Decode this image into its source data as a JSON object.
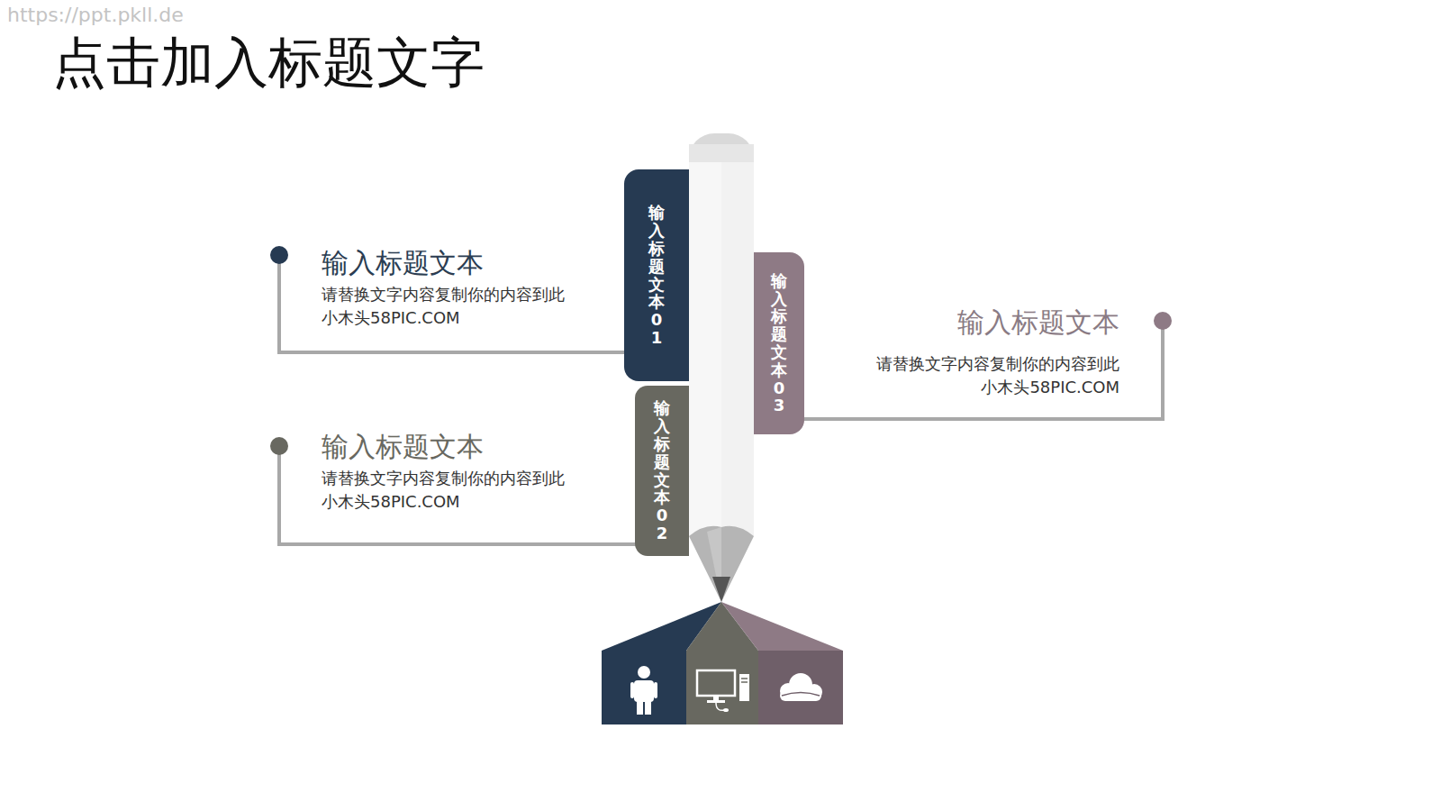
{
  "diagram": {
    "title": "点击加入标题文字",
    "nodes": [
      {
        "text": [
          "输入标题文本01"
        ]
      },
      {
        "text": [
          "输入标题文本02"
        ]
      },
      {
        "text": [
          "输入标题文本03"
        ]
      }
    ],
    "labels": [
      "https://ppt.pkll.de",
      "输入标题文本",
      "请替换文字内容复制你的内容到此 小木头58PIC.COM",
      "输入标题文本",
      "请替换文字内容复制你的内容到此 小木头58PIC.COM",
      "输入标题文本",
      "请替换文字内容复制你的内容到此 小木头58PIC.COM"
    ]
  }
}
